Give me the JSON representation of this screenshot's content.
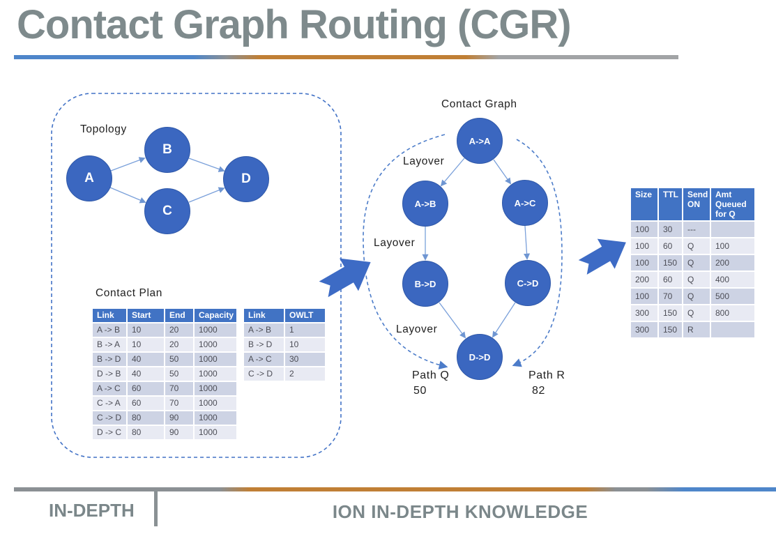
{
  "title": "Contact Graph Routing (CGR)",
  "colors": {
    "node_blue": "#3B67C0",
    "table_header_blue": "#4173C4",
    "band_dark": "#CDD3E4",
    "band_light": "#E8EAF3",
    "accent_blue": "#4E86CA",
    "accent_orange": "#C07F35",
    "accent_gray": "#8B9094",
    "title_gray": "#7E8A8C"
  },
  "topology": {
    "label": "Topology",
    "nodes": [
      "A",
      "B",
      "C",
      "D"
    ],
    "edges": [
      "A->B",
      "A->C",
      "B->D",
      "C->D"
    ]
  },
  "contact_plan": {
    "label": "Contact Plan",
    "main_table": {
      "headers": [
        "Link",
        "Start",
        "End",
        "Capacity"
      ],
      "rows": [
        [
          "A -> B",
          "10",
          "20",
          "1000"
        ],
        [
          "B -> A",
          "10",
          "20",
          "1000"
        ],
        [
          "B -> D",
          "40",
          "50",
          "1000"
        ],
        [
          "D -> B",
          "40",
          "50",
          "1000"
        ],
        [
          "A -> C",
          "60",
          "70",
          "1000"
        ],
        [
          "C -> A",
          "60",
          "70",
          "1000"
        ],
        [
          "C -> D",
          "80",
          "90",
          "1000"
        ],
        [
          "D -> C",
          "80",
          "90",
          "1000"
        ]
      ]
    },
    "owlt_table": {
      "headers": [
        "Link",
        "OWLT"
      ],
      "rows": [
        [
          "A -> B",
          "1"
        ],
        [
          "B -> D",
          "10"
        ],
        [
          "A -> C",
          "30"
        ],
        [
          "C -> D",
          "2"
        ]
      ]
    }
  },
  "contact_graph": {
    "label": "Contact Graph",
    "nodes": [
      "A->A",
      "A->B",
      "A->C",
      "B->D",
      "C->D",
      "D->D"
    ],
    "layover_labels": [
      "Layover",
      "Layover",
      "Layover"
    ],
    "path_q": {
      "label": "Path Q",
      "value": "50"
    },
    "path_r": {
      "label": "Path R",
      "value": "82"
    }
  },
  "queue_table": {
    "headers": [
      "Size",
      "TTL",
      "Send ON",
      "Amt Queued for Q"
    ],
    "rows": [
      [
        "100",
        "30",
        "---",
        ""
      ],
      [
        "100",
        "60",
        "Q",
        "100"
      ],
      [
        "100",
        "150",
        "Q",
        "200"
      ],
      [
        "200",
        "60",
        "Q",
        "400"
      ],
      [
        "100",
        "70",
        "Q",
        "500"
      ],
      [
        "300",
        "150",
        "Q",
        "800"
      ],
      [
        "300",
        "150",
        "R",
        ""
      ]
    ]
  },
  "footer": {
    "left": "IN-DEPTH",
    "center": "ION IN-DEPTH KNOWLEDGE"
  }
}
